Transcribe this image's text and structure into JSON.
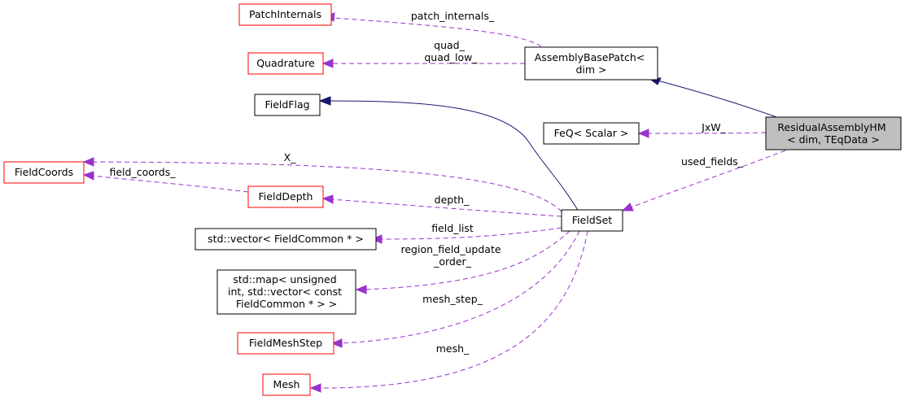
{
  "nodes": {
    "patch_internals": {
      "lines": [
        "PatchInternals"
      ]
    },
    "quadrature": {
      "lines": [
        "Quadrature"
      ]
    },
    "assembly_base_patch": {
      "lines": [
        "AssemblyBasePatch<",
        "dim >"
      ]
    },
    "field_flag": {
      "lines": [
        "FieldFlag"
      ]
    },
    "feq_scalar": {
      "lines": [
        "FeQ< Scalar >"
      ]
    },
    "residual_assembly_hm": {
      "lines": [
        "ResidualAssemblyHM",
        "< dim, TEqData >"
      ]
    },
    "field_coords": {
      "lines": [
        "FieldCoords"
      ]
    },
    "field_depth": {
      "lines": [
        "FieldDepth"
      ]
    },
    "field_set": {
      "lines": [
        "FieldSet"
      ]
    },
    "vector_field_common": {
      "lines": [
        "std::vector< FieldCommon * >"
      ]
    },
    "map_unsigned": {
      "lines": [
        "std::map< unsigned",
        "int, std::vector< const",
        "FieldCommon * > >"
      ]
    },
    "field_mesh_step": {
      "lines": [
        "FieldMeshStep"
      ]
    },
    "mesh": {
      "lines": [
        "Mesh"
      ]
    }
  },
  "edge_labels": {
    "patch_internals": [
      "patch_internals_"
    ],
    "quad": [
      "quad_",
      "quad_low_"
    ],
    "jxw": [
      "JxW_"
    ],
    "used_fields": [
      "used_fields_"
    ],
    "x": [
      "X_"
    ],
    "field_coords": [
      "field_coords_"
    ],
    "depth": [
      "depth_"
    ],
    "field_list": [
      "field_list"
    ],
    "region_field_update": [
      "region_field_update",
      "_order_"
    ],
    "mesh_step": [
      "mesh_step_"
    ],
    "mesh": [
      "mesh_"
    ]
  },
  "colors": {
    "usage_edge": "#9a32cd",
    "inheritance_edge": "#191970",
    "incomplete_node_border": "#ff0000",
    "focus_node_fill": "#bfbfbf"
  }
}
